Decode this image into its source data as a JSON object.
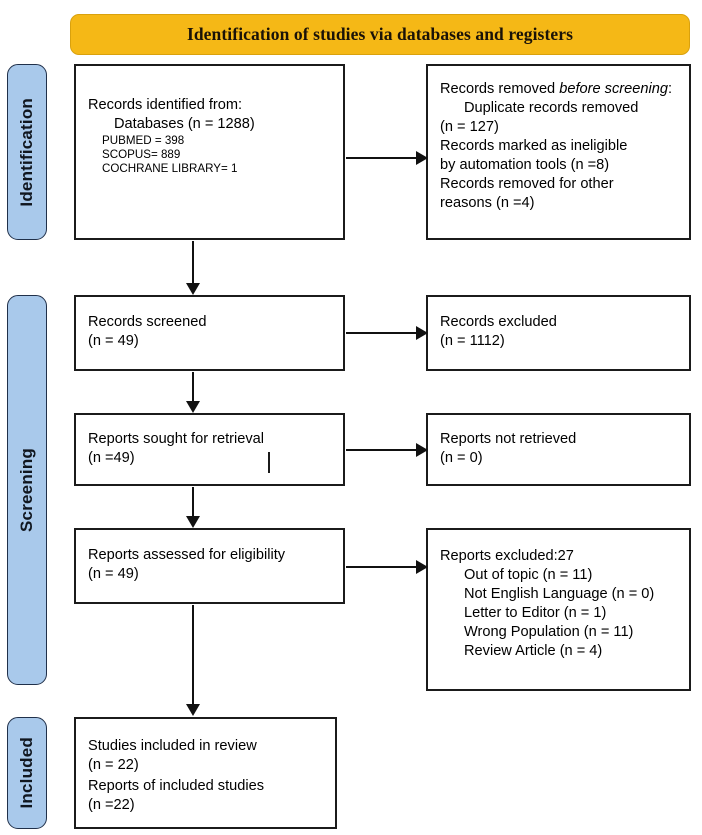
{
  "banner": {
    "title": "Identification of studies via databases and registers"
  },
  "bands": {
    "identification": "Identification",
    "screening": "Screening",
    "included": "Included"
  },
  "boxes": {
    "identified": {
      "line1": "Records identified from:",
      "line2": "Databases (n = 1288)",
      "sources": [
        "PUBMED = 398",
        "SCOPUS= 889",
        "COCHRANE LIBRARY= 1"
      ]
    },
    "removed": {
      "lead": "Records removed ",
      "lead_italic": "before screening",
      "lead_tail": ":",
      "items": [
        "Duplicate records removed",
        "(n = 127)",
        "Records marked as ineligible",
        "by automation tools (n =8)",
        "Records removed for other",
        "reasons (n =4)"
      ]
    },
    "screened": {
      "line1": "Records screened",
      "line2": "(n = 49)"
    },
    "excluded_records": {
      "line1": "Records excluded",
      "line2": "(n = 1112)"
    },
    "sought": {
      "line1": "Reports sought for retrieval",
      "line2": "(n =49)"
    },
    "not_retrieved": {
      "line1": "Reports not retrieved",
      "line2": "(n = 0)"
    },
    "assessed": {
      "line1": "Reports assessed for eligibility",
      "line2": "(n = 49)"
    },
    "excluded_reports": {
      "heading": "Reports excluded:27",
      "reasons": [
        "Out of topic (n = 11)",
        "Not English Language (n = 0)",
        "Letter to Editor (n = 1)",
        "Wrong Population (n = 11)",
        "Review Article (n = 4)"
      ]
    },
    "included": {
      "line1": "Studies included in review",
      "line2": "(n = 22)",
      "line3": "Reports of included studies",
      "line4": "(n =22)"
    }
  },
  "colors": {
    "banner_fill": "#f5b816",
    "band_fill": "#a9c9eb",
    "band_border": "#20304a",
    "box_border": "#1b1b1b",
    "arrow": "#111111"
  }
}
